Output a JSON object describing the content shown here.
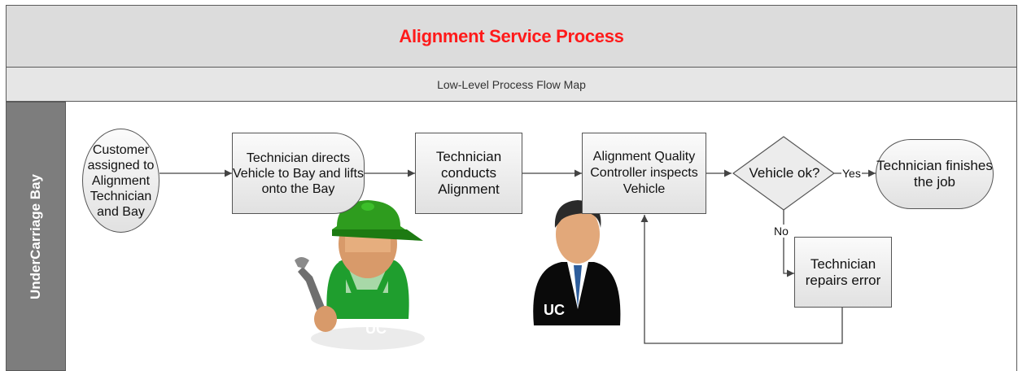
{
  "header": {
    "title": "Alignment Service Process",
    "subtitle": "Low-Level Process Flow Map",
    "title_color": "#ff1a1a"
  },
  "lane": {
    "label": "UnderCarriage Bay"
  },
  "nodes": {
    "customer": "Customer assigned to Alignment Technician and Bay",
    "directs": "Technician directs Vehicle to Bay and lifts onto the Bay",
    "conducts": "Technician conducts Alignment",
    "inspects": "Alignment Quality Controller inspects Vehicle",
    "decision": "Vehicle ok?",
    "finishes": "Technician finishes the job",
    "repairs": "Technician repairs error"
  },
  "edges": {
    "yes": "Yes",
    "no": "No"
  },
  "figures": {
    "technician_badge": "UC",
    "controller_badge": "UC",
    "technician_icon": "mechanic-with-wrench",
    "controller_icon": "businessman-in-suit"
  }
}
